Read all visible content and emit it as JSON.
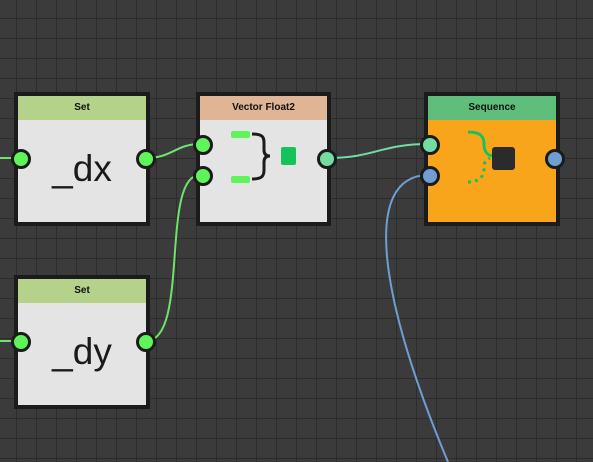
{
  "nodes": {
    "set_dx": {
      "header": "Set",
      "value": "_dx"
    },
    "set_dy": {
      "header": "Set",
      "value": "_dy"
    },
    "vector_float2": {
      "header": "Vector Float2"
    },
    "sequence": {
      "header": "Sequence"
    }
  },
  "colors": {
    "canvas_background": "#3b3b3b",
    "grid_line": "#2c2c2c",
    "node_border": "#1b1b1b",
    "node_body": "#e4e4e4",
    "set_header": "#b4d28a",
    "vector_header": "#dfb595",
    "sequence_header": "#5fbe7b",
    "sequence_body": "#f9a51c",
    "float_pin": "#5ff55a",
    "vector_pin": "#72dca2",
    "exec_pin": "#6e9ed2"
  },
  "icons": {
    "vector_float2": "vector-compose-icon",
    "sequence": "sequence-icon"
  }
}
